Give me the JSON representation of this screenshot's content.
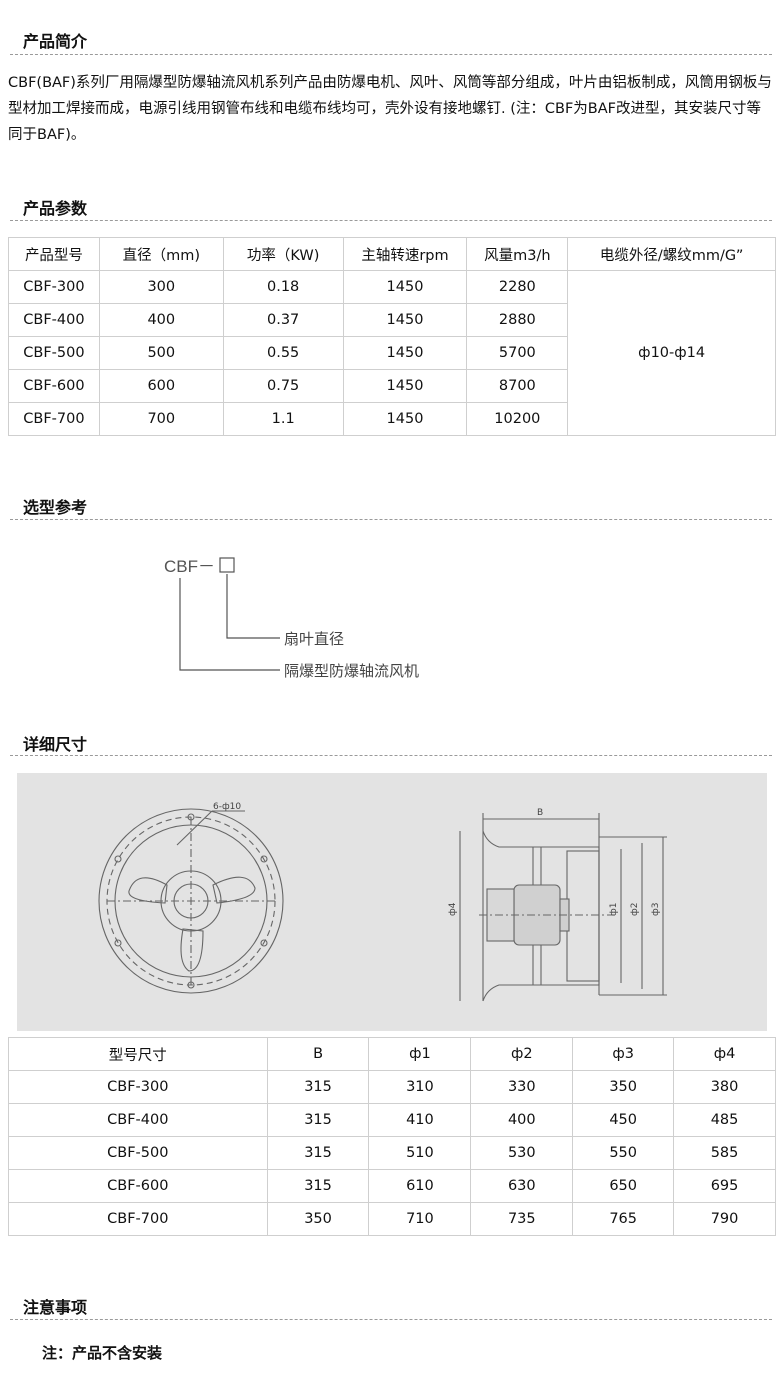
{
  "sections": {
    "intro_title": "产品简介",
    "params_title": "产品参数",
    "select_title": "选型参考",
    "dims_title": "详细尺寸",
    "notice_title": "注意事项"
  },
  "intro": {
    "text": " CBF(BAF)系列厂用隔爆型防爆轴流风机系列产品由防爆电机、风叶、风筒等部分组成，叶片由铝板制成，风筒用钢板与型材加工焊接而成，电源引线用钢管布线和电缆布线均可，壳外设有接地螺钉. (注：CBF为BAF改进型，其安装尺寸等同于BAF)。"
  },
  "params_table": {
    "headers": [
      "产品型号",
      "直径（mm)",
      "功率（KW)",
      "主轴转速rpm",
      "风量m3/h",
      "电缆外径/螺纹mm/G”"
    ],
    "rows": [
      [
        "CBF-300",
        "300",
        "0.18",
        "1450",
        "2280"
      ],
      [
        "CBF-400",
        "400",
        "0.37",
        "1450",
        "2880"
      ],
      [
        "CBF-500",
        "500",
        "0.55",
        "1450",
        "5700"
      ],
      [
        "CBF-600",
        "600",
        "0.75",
        "1450",
        "8700"
      ],
      [
        "CBF-700",
        "700",
        "1.1",
        "1450",
        "10200"
      ]
    ],
    "cable_spec": "ф10-ф14"
  },
  "selection": {
    "code": "CBF－",
    "label_diameter": "扇叶直径",
    "label_type": "隔爆型防爆轴流风机"
  },
  "drawing": {
    "hole_label": "6-ф10",
    "b_label": "B",
    "phi1": "ф1",
    "phi2": "ф2",
    "phi3": "ф3",
    "phi4": "ф4"
  },
  "dims_table": {
    "headers": [
      "型号尺寸",
      "B",
      "ф1",
      "ф2",
      "ф3",
      "ф4"
    ],
    "rows": [
      [
        "CBF-300",
        "315",
        "310",
        "330",
        "350",
        "380"
      ],
      [
        "CBF-400",
        "315",
        "410",
        "400",
        "450",
        "485"
      ],
      [
        "CBF-500",
        "315",
        "510",
        "530",
        "550",
        "585"
      ],
      [
        "CBF-600",
        "315",
        "610",
        "630",
        "650",
        "695"
      ],
      [
        "CBF-700",
        "350",
        "710",
        "735",
        "765",
        "790"
      ]
    ]
  },
  "notice": {
    "text": "注：产品不含安装"
  }
}
